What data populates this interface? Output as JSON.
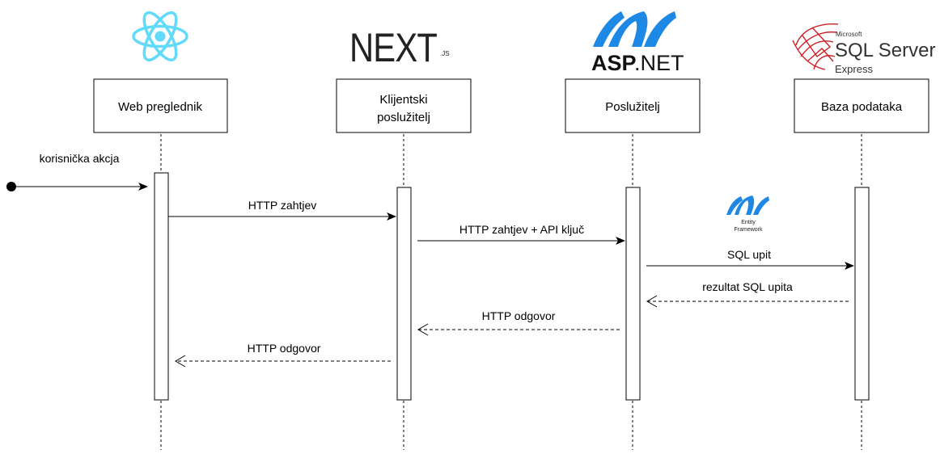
{
  "participants": [
    {
      "id": "browser",
      "label_lines": [
        "Web preglednik"
      ],
      "logo": "react-logo"
    },
    {
      "id": "nextjs",
      "label_lines": [
        "Klijentski",
        "poslužitelj"
      ],
      "logo": "nextjs-logo",
      "logo_text": "NEXT",
      "logo_suffix": ".JS"
    },
    {
      "id": "aspnet",
      "label_lines": [
        "Poslužitelj"
      ],
      "logo": "aspnet-logo",
      "logo_text_bold": "ASP",
      "logo_text_light": ".NET"
    },
    {
      "id": "database",
      "label_lines": [
        "Baza podataka"
      ],
      "logo": "sqlserver-logo",
      "logo_small": "Microsoft",
      "logo_text": "SQL Server",
      "logo_sub": "Express"
    }
  ],
  "entry": {
    "label": "korisnička akcja"
  },
  "messages": [
    {
      "label": "HTTP zahtjev",
      "type": "sync"
    },
    {
      "label": "HTTP zahtjev + API ključ",
      "type": "sync"
    },
    {
      "label": "SQL upit",
      "type": "sync"
    },
    {
      "label": "rezultat SQL upita",
      "type": "return"
    },
    {
      "label": "HTTP odgovor",
      "type": "return"
    },
    {
      "label": "HTTP odgovor",
      "type": "return"
    }
  ],
  "entity_framework": {
    "line1": "Entity",
    "line2": "Framework"
  },
  "colors": {
    "react": "#61dafb",
    "aspnet": "#1e88e5",
    "sqlserver": "#cc2027"
  }
}
